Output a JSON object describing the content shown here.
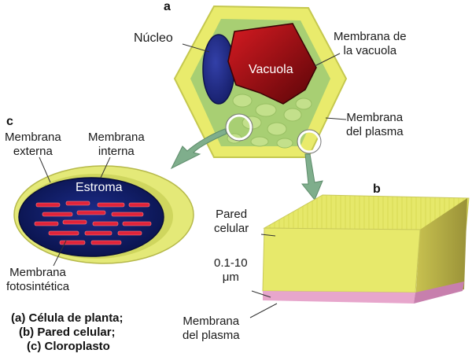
{
  "panels": {
    "a": "a",
    "b": "b",
    "c": "c"
  },
  "cell": {
    "nucleus": "Núcleo",
    "vacuole": "Vacuola",
    "vacuole_membrane": [
      "Membrana de",
      "la vacuola"
    ],
    "plasma_membrane": [
      "Membrana",
      "del plasma"
    ]
  },
  "chloroplast": {
    "outer_membrane": [
      "Membrana",
      "externa"
    ],
    "inner_membrane": [
      "Membrana",
      "interna"
    ],
    "stroma": "Estroma",
    "photosynthetic_membrane": [
      "Membrana",
      "fotosintética"
    ]
  },
  "wall": {
    "cell_wall": [
      "Pared",
      "celular"
    ],
    "thickness": [
      "0.1-10",
      "μm"
    ],
    "plasma_membrane": [
      "Membrana",
      "del plasma"
    ]
  },
  "caption": [
    "(a) Célula de planta;",
    "(b) Pared celular;",
    "(c) Cloroplasto"
  ],
  "colors": {
    "wall_yellow": "#e8ea6a",
    "cytoplasm_green": "#a9cf72",
    "nucleus_blue": "#1f2a8a",
    "vacuole_red": "#b8141c",
    "stroma_navy": "#0f1d6b",
    "thylakoid_red": "#e0233a",
    "membrane_pink": "#e2a0c8",
    "arrow_green": "#7fae8c"
  }
}
